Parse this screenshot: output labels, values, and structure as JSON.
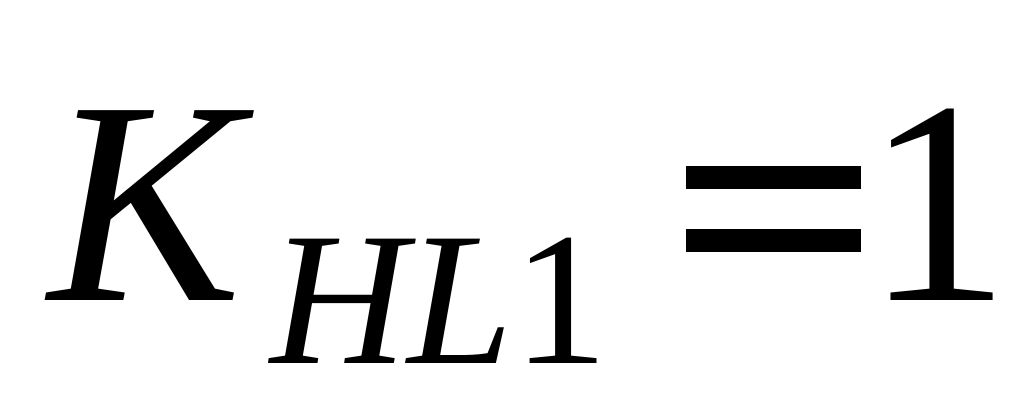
{
  "formula": {
    "main_symbol": "K",
    "subscript_letters": "HL",
    "subscript_number": "1",
    "operator": "=",
    "value": "1"
  }
}
